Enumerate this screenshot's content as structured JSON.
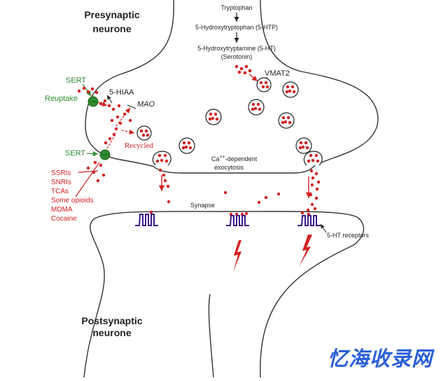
{
  "labels": {
    "presynaptic_line1": "Presynaptic",
    "presynaptic_line2": "neurone",
    "postsynaptic_line1": "Postsynaptic",
    "postsynaptic_line2": "neurone",
    "tryptophan": "Tryptophan",
    "htp": "5-Hydroxytryptophan (5-HTP)",
    "ht_line1": "5-Hydroxytryptamine (5-HT)",
    "ht_line2": "(Serotonin)",
    "vmat2": "VMAT2",
    "hiaa": "5-HIAA",
    "mao": "MAO",
    "recycled": "Recycled",
    "sert_top": "SERT",
    "reuptake": "Reuptake",
    "sert_bottom": "SERT",
    "ca_prefix": "Ca",
    "ca_superscript": "++",
    "ca_suffix": "-dependent",
    "exocytosis": "exocytosis",
    "synapse": "Synapse",
    "receptors": "5-HT receptors",
    "drugs": [
      "SSRIs",
      "SNRIs",
      "TCAs",
      "Some opioids",
      "MDMA",
      "Cocaine"
    ]
  },
  "watermark": "忆海收录网",
  "colors": {
    "serotonin_dot": "#d42020",
    "sert_transporter": "#2e8b2e",
    "receptor": "#3b1a8a",
    "membrane": "#333333"
  }
}
